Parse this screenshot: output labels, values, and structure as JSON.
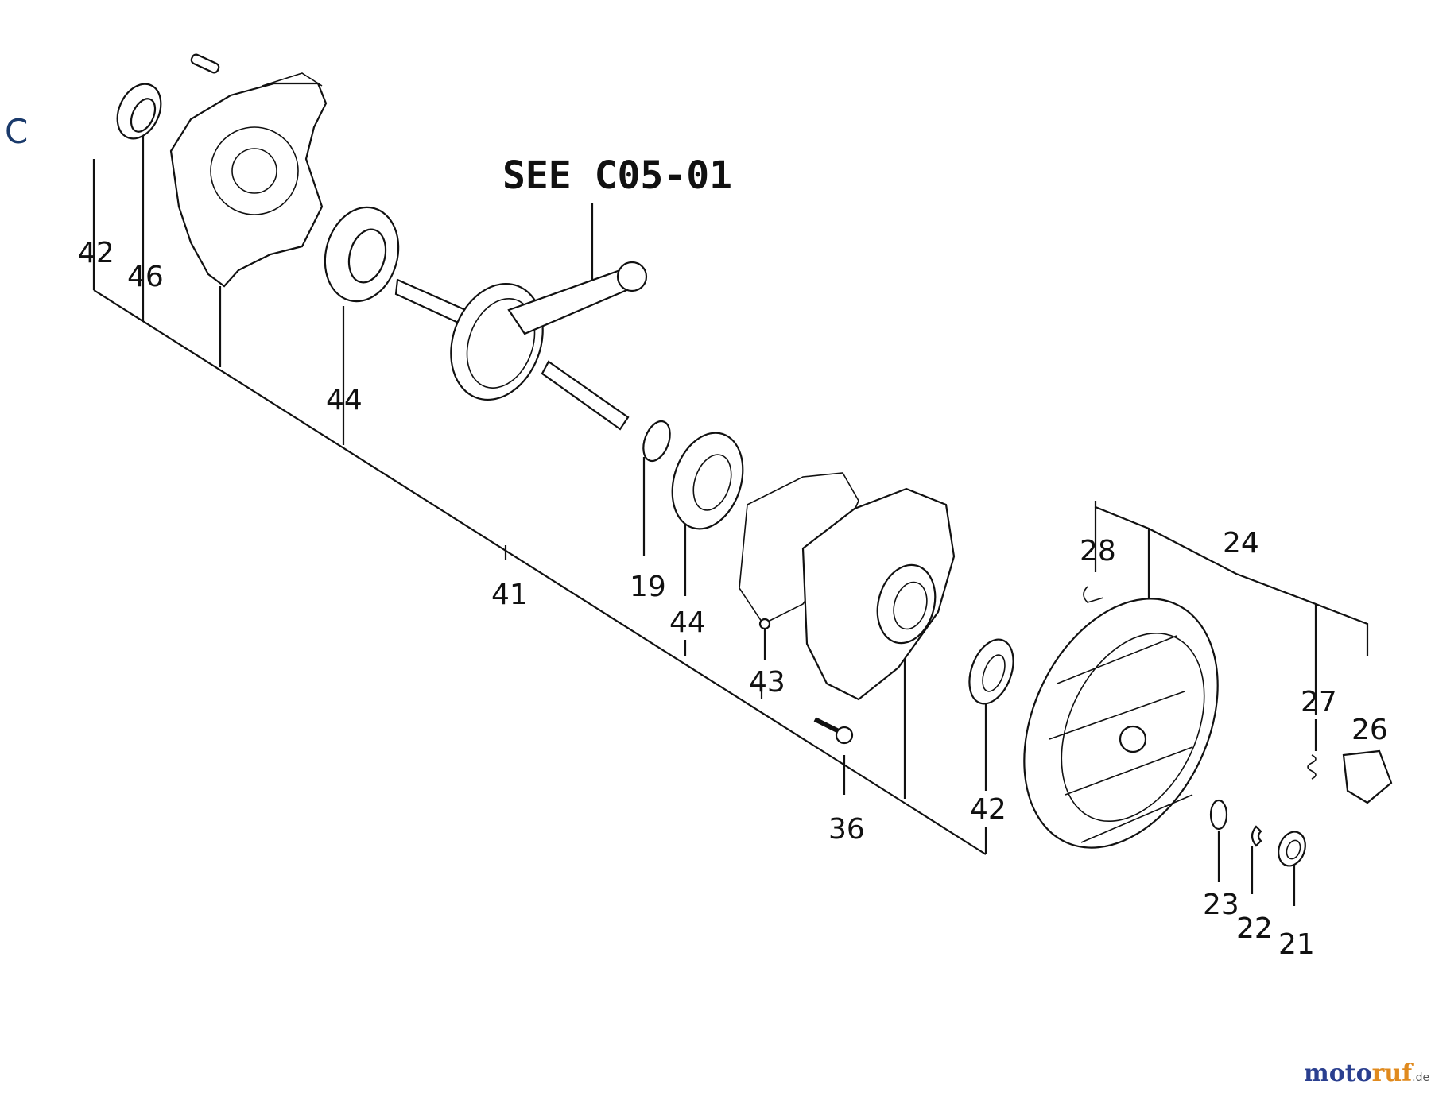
{
  "diagram": {
    "section_letter": "C",
    "reference_note": "SEE C05-01",
    "callouts": {
      "c42a": "42",
      "c46": "46",
      "c44a": "44",
      "c41": "41",
      "c19": "19",
      "c44b": "44",
      "c43": "43",
      "c36": "36",
      "c42b": "42",
      "c28": "28",
      "c24": "24",
      "c27": "27",
      "c26": "26",
      "c23": "23",
      "c22": "22",
      "c21": "21"
    }
  },
  "watermark": {
    "part1": "moto",
    "part2": "ruf",
    "suffix": ".de"
  }
}
